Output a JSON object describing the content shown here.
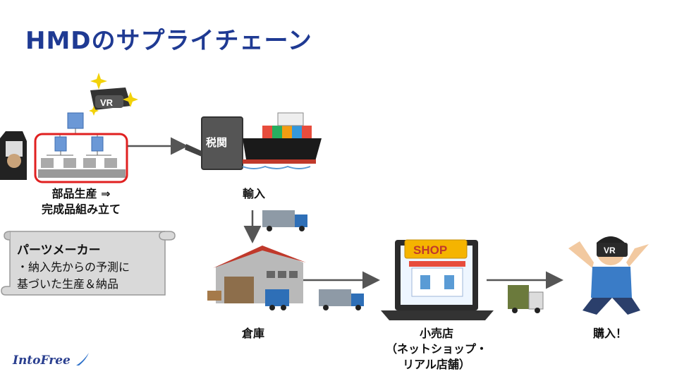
{
  "title": "HMDのサプライチェーン",
  "parts_maker_label": "部品生産 ⇒\n完成品組み立て",
  "parts_maker_line1": "部品生産 ⇒",
  "parts_maker_line2": "完成品組み立て",
  "import_label": "輸入",
  "customs_sign": "税関",
  "warehouse_label": "倉庫",
  "retail_line1": "小売店",
  "retail_line2": "（ネットショップ・",
  "retail_line3": "リアル店舗）",
  "shop_sign": "SHOP",
  "purchase_label": "購入！",
  "vr_text": "VR",
  "note": {
    "heading": "パーツメーカー",
    "line1": "・納入先からの予測に",
    "line2": "基づいた生産＆納品"
  },
  "logo": "IntoFree",
  "colors": {
    "title": "#1f3a93",
    "highlight_box": "#e02020",
    "arrow": "#555555",
    "shop_sign": "#f5b400"
  }
}
